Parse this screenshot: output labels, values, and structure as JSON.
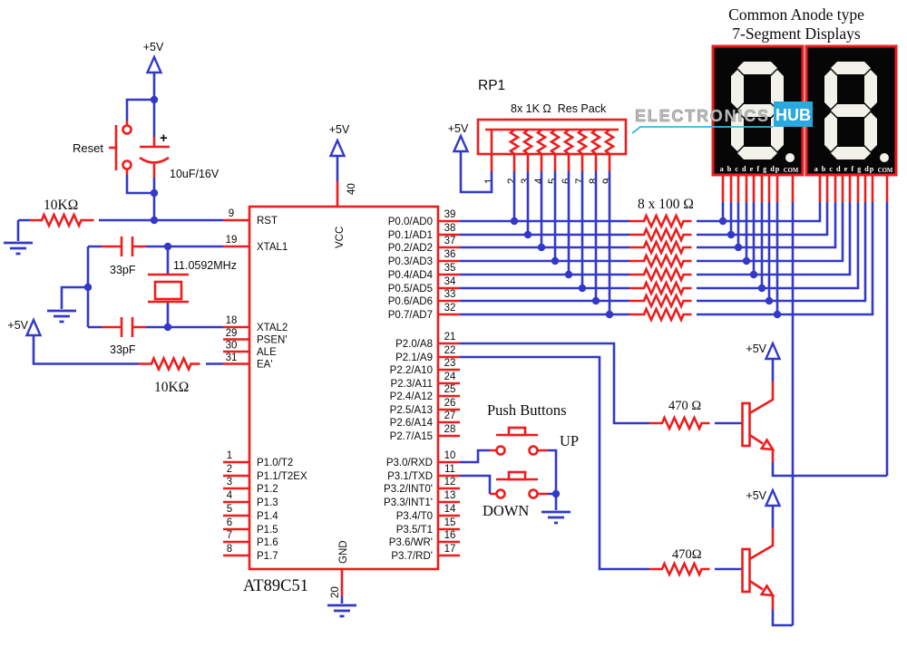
{
  "labels": {
    "plus5v": "+5V",
    "reset": "Reset",
    "cap_plus": "+",
    "cap_value": "10uF/16V",
    "rst_resistor": "10KΩ",
    "ea_resistor": "10KΩ",
    "cap1": "33pF",
    "cap2": "33pF",
    "crystal": "11.0592MHz",
    "push_buttons": "Push Buttons",
    "up": "UP",
    "down": "DOWN",
    "rp1_title": "RP1",
    "rp1_subtitle": "8x 1K Ω  Res Pack",
    "seg_resistors": "8 x 100 Ω",
    "driver1_resistor": "470 Ω",
    "driver2_resistor": "470Ω",
    "display_title1": "Common Anode type",
    "display_title2": "7-Segment Displays",
    "seg_pins": "a b c d e f g dp",
    "com": "COM"
  },
  "watermark": {
    "word": "ELECTRONICS",
    "badge": "HUB"
  },
  "rp1_pins": [
    "1",
    "2",
    "3",
    "4",
    "5",
    "6",
    "7",
    "8",
    "9"
  ],
  "ic": {
    "name": "AT89C51",
    "vcc": {
      "num": "40",
      "name": "VCC"
    },
    "gnd": {
      "num": "20",
      "name": "GND"
    },
    "left_pins": [
      {
        "num": "9",
        "name": "RST"
      },
      {
        "num": "19",
        "name": "XTAL1"
      },
      {
        "num": "18",
        "name": "XTAL2"
      },
      {
        "num": "29",
        "name": "PSEN'"
      },
      {
        "num": "30",
        "name": "ALE"
      },
      {
        "num": "31",
        "name": "EA'"
      },
      {
        "num": "1",
        "name": "P1.0/T2"
      },
      {
        "num": "2",
        "name": "P1.1/T2EX"
      },
      {
        "num": "3",
        "name": "P1.2"
      },
      {
        "num": "4",
        "name": "P1.3"
      },
      {
        "num": "5",
        "name": "P1.4"
      },
      {
        "num": "6",
        "name": "P1.5"
      },
      {
        "num": "7",
        "name": "P1.6"
      },
      {
        "num": "8",
        "name": "P1.7"
      }
    ],
    "right_pins": [
      {
        "num": "39",
        "name": "P0.0/AD0"
      },
      {
        "num": "38",
        "name": "P0.1/AD1"
      },
      {
        "num": "37",
        "name": "P0.2/AD2"
      },
      {
        "num": "36",
        "name": "P0.3/AD3"
      },
      {
        "num": "35",
        "name": "P0.4/AD4"
      },
      {
        "num": "34",
        "name": "P0.5/AD5"
      },
      {
        "num": "33",
        "name": "P0.6/AD6"
      },
      {
        "num": "32",
        "name": "P0.7/AD7"
      },
      {
        "num": "21",
        "name": "P2.0/A8"
      },
      {
        "num": "22",
        "name": "P2.1/A9"
      },
      {
        "num": "23",
        "name": "P2.2/A10"
      },
      {
        "num": "24",
        "name": "P2.3/A11"
      },
      {
        "num": "25",
        "name": "P2.4/A12"
      },
      {
        "num": "26",
        "name": "P2.5/A13"
      },
      {
        "num": "27",
        "name": "P2.6/A14"
      },
      {
        "num": "28",
        "name": "P2.7/A15"
      },
      {
        "num": "10",
        "name": "P3.0/RXD"
      },
      {
        "num": "11",
        "name": "P3.1/TXD"
      },
      {
        "num": "12",
        "name": "P3.2/INT0'"
      },
      {
        "num": "13",
        "name": "P3.3/INT1'"
      },
      {
        "num": "14",
        "name": "P3.4/T0"
      },
      {
        "num": "15",
        "name": "P3.5/T1"
      },
      {
        "num": "16",
        "name": "P3.6/WR'"
      },
      {
        "num": "17",
        "name": "P3.7/RD'"
      }
    ]
  },
  "colors": {
    "wire": "#3239c8",
    "component": "#ee1c1c",
    "accent": "#2aa9e0"
  }
}
